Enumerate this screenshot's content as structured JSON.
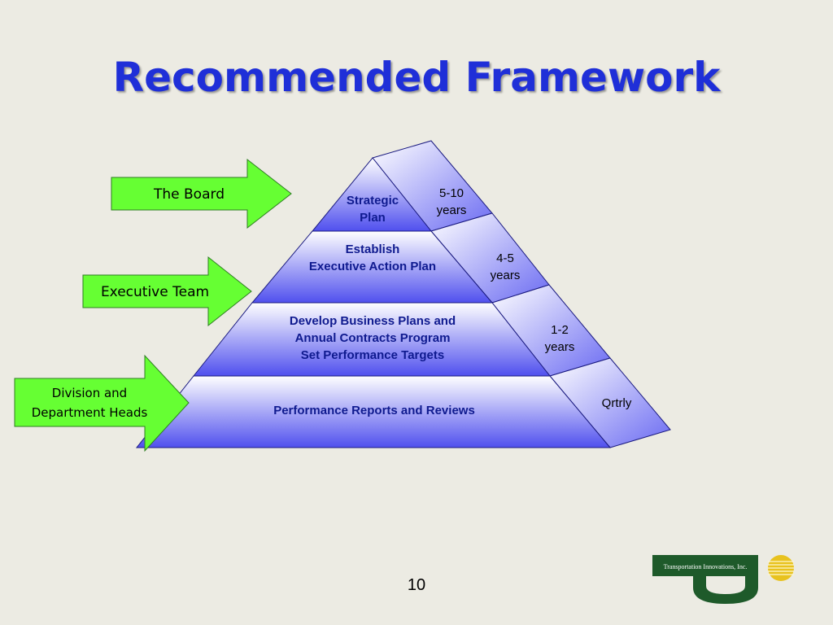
{
  "slide": {
    "title": "Recommended Framework",
    "page_number": "10"
  },
  "arrows": [
    {
      "label": "The Board"
    },
    {
      "label": "Executive Team"
    },
    {
      "label_line1": "Division and",
      "label_line2": "Department Heads"
    }
  ],
  "pyramid": {
    "tiers": [
      {
        "line1": "Strategic",
        "line2": "Plan"
      },
      {
        "line1": "Establish",
        "line2": "Executive Action Plan"
      },
      {
        "line1": "Develop Business Plans and",
        "line2": "Annual Contracts Program",
        "line3": "Set Performance Targets"
      },
      {
        "line1": "Performance Reports and Reviews"
      }
    ],
    "durations": [
      {
        "line1": "5-10",
        "line2": "years"
      },
      {
        "line1": "4-5",
        "line2": "years"
      },
      {
        "line1": "1-2",
        "line2": "years"
      },
      {
        "line1": "Qrtrly"
      }
    ]
  },
  "logo": {
    "text": "Transportation Innovations, Inc."
  },
  "colors": {
    "background": "#ecebe3",
    "title": "#1f2fd8",
    "arrow_fill": "#66ff33",
    "tier_fill_top": "#ffffff",
    "tier_fill_bottom": "#5a5af0",
    "logo_green": "#1e5a2a",
    "logo_gold": "#e8c21e"
  }
}
